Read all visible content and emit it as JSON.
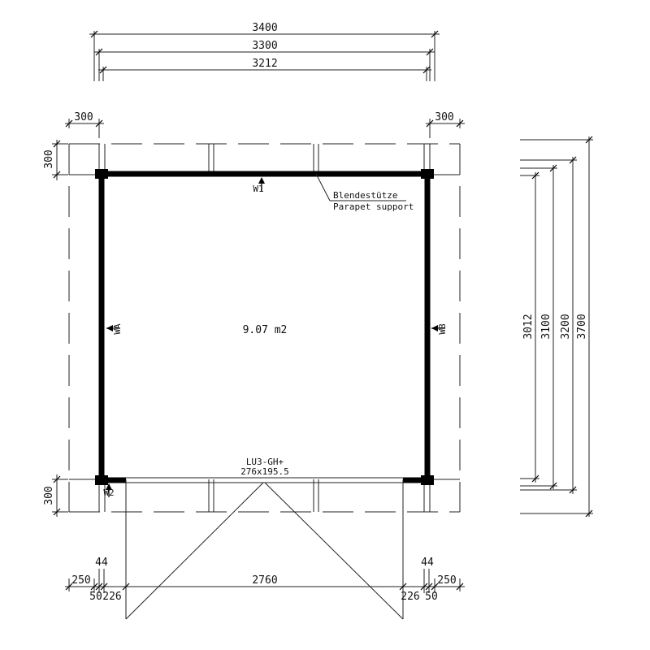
{
  "colors": {
    "line": "#222222",
    "wall": "#000000",
    "background": "#ffffff"
  },
  "dims_top": {
    "d1": "3400",
    "d2": "3300",
    "d3": "3212"
  },
  "dims_corner": {
    "left_w": "300",
    "right_w": "300",
    "top_h": "300",
    "bottom_h": "300"
  },
  "dims_right": {
    "d1": "3012",
    "d2": "3100",
    "d3": "3200",
    "d4": "3700"
  },
  "dims_bottom": {
    "l250": "250",
    "l44": "44",
    "l50": "50",
    "l226": "226",
    "mid": "2760",
    "r226": "226",
    "r44": "44",
    "r50": "50",
    "r250": "250"
  },
  "walls": {
    "w1": "W1",
    "w2": "W2",
    "wa": "WA",
    "wb": "WB"
  },
  "area": "9.07 m2",
  "note": {
    "line1": "Blendestütze",
    "line2": "Parapet support"
  },
  "door": {
    "code": "LU3-GH+",
    "size": "276x195.5"
  }
}
